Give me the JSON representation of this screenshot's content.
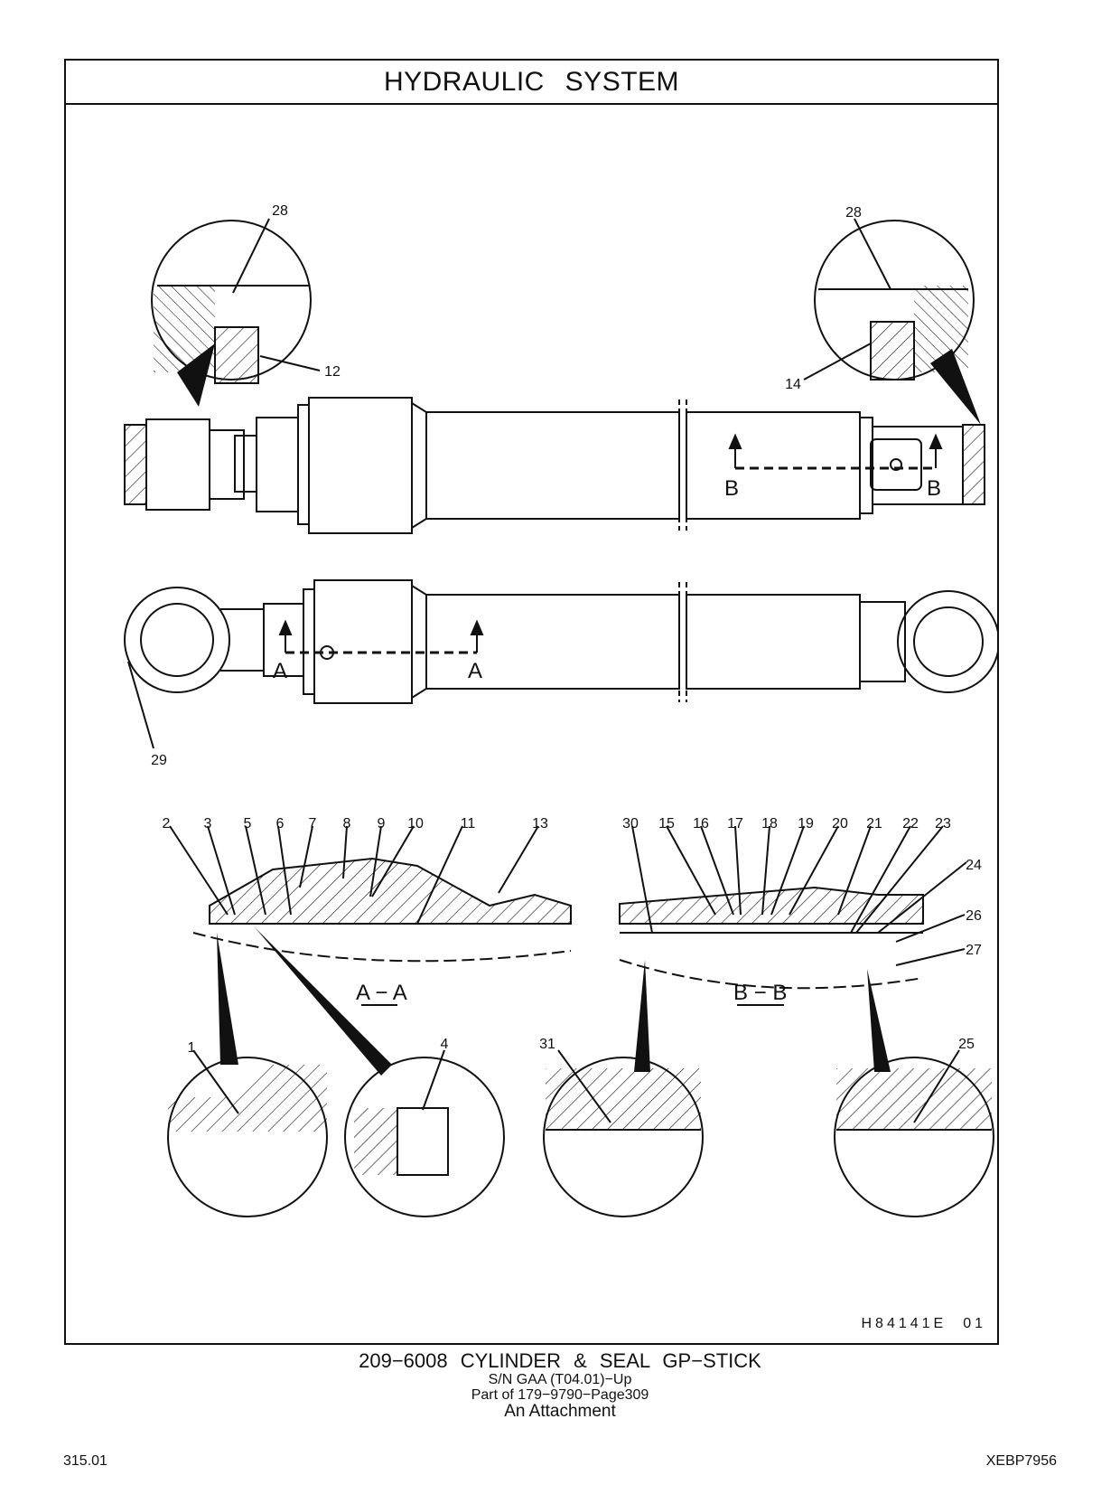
{
  "header": {
    "title": "HYDRAULIC   SYSTEM"
  },
  "diagram": {
    "callouts": [
      "1",
      "2",
      "3",
      "4",
      "5",
      "6",
      "7",
      "8",
      "9",
      "10",
      "11",
      "12",
      "13",
      "14",
      "15",
      "16",
      "17",
      "18",
      "19",
      "20",
      "21",
      "22",
      "23",
      "24",
      "25",
      "26",
      "27",
      "28",
      "29",
      "30",
      "31"
    ],
    "section_markers": {
      "a": "A",
      "b": "B"
    },
    "section_labels": {
      "aa": "A − A",
      "bb": "B − B"
    },
    "drawing_code": "H84141E",
    "drawing_rev": "01"
  },
  "caption": {
    "part": "209−6008   CYLINDER  &  SEAL  GP−STICK",
    "serial": "S/N GAA (T04.01)−Up",
    "part_of": "Part of 179−9790−Page309",
    "attachment": "An Attachment"
  },
  "footer": {
    "page_number": "315.01",
    "doc_number": "XEBP7956"
  }
}
